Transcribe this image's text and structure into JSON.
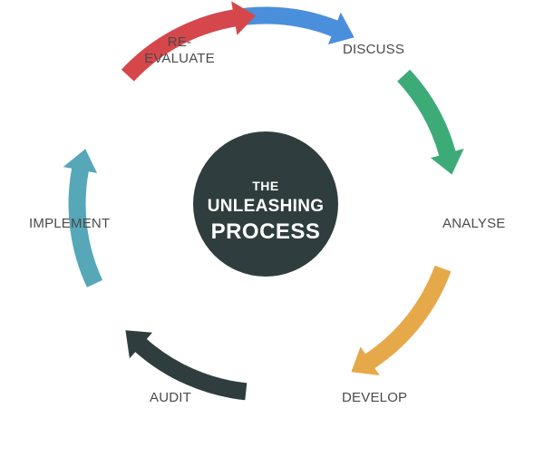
{
  "center": {
    "line1": "THE",
    "line2": "UNLEASHING",
    "line3": "PROCESS",
    "color": "#2f3d3e"
  },
  "steps": [
    {
      "label": "DISCUSS",
      "arrow_color": "#4a8fdc"
    },
    {
      "label": "ANALYSE",
      "arrow_color": "#3dab78"
    },
    {
      "label": "DEVELOP",
      "arrow_color": "#e6a94a"
    },
    {
      "label": "AUDIT",
      "arrow_color": "#2f3d3e"
    },
    {
      "label": "IMPLEMENT",
      "arrow_color": "#56a7b8"
    },
    {
      "label_line1": "RE-",
      "label_line2": "EVALUATE",
      "arrow_color": "#d6474b"
    }
  ]
}
